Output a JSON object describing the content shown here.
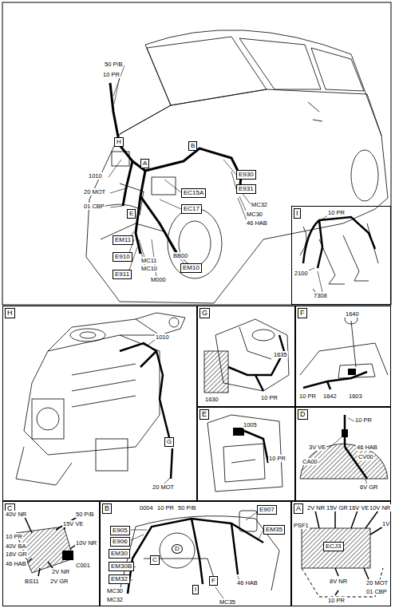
{
  "diagram": {
    "nodes": [
      {
        "text": [
          "H"
        ]
      },
      {
        "text": [
          "B"
        ]
      },
      {
        "text": [
          "A"
        ]
      },
      {
        "text": [
          "E930"
        ]
      },
      {
        "text": [
          "E931"
        ]
      },
      {
        "text": [
          "E"
        ]
      },
      {
        "text": [
          "EC15A"
        ]
      },
      {
        "text": [
          "EC17"
        ]
      },
      {
        "text": [
          "EM11"
        ]
      },
      {
        "text": [
          "E910"
        ]
      },
      {
        "text": [
          "E911"
        ]
      },
      {
        "text": [
          "EM10"
        ]
      },
      {
        "text": [
          "I"
        ]
      },
      {
        "text": [
          "H"
        ]
      },
      {
        "text": [
          "G"
        ],
        "in": 13
      },
      {
        "text": [
          "G"
        ]
      },
      {
        "text": [
          "F"
        ]
      },
      {
        "text": [
          "E"
        ]
      },
      {
        "text": [
          "D"
        ]
      },
      {
        "text": [
          "C"
        ]
      },
      {
        "text": [
          "B"
        ]
      },
      {
        "text": [
          "E905"
        ],
        "in": 20
      },
      {
        "text": [
          "E906"
        ],
        "in": 20
      },
      {
        "text": [
          "E907"
        ],
        "in": 20
      },
      {
        "text": [
          "EM35"
        ],
        "in": 20
      },
      {
        "text": [
          "EM30"
        ],
        "in": 20
      },
      {
        "text": [
          "EM30B"
        ],
        "in": 20
      },
      {
        "text": [
          "EM32"
        ],
        "in": 20
      },
      {
        "text": [
          "C"
        ],
        "in": 20
      },
      {
        "text": [
          "D"
        ],
        "in": 20
      },
      {
        "text": [
          "I"
        ],
        "in": 20
      },
      {
        "text": [
          "F"
        ],
        "in": 20
      },
      {
        "text": [
          "A"
        ]
      },
      {
        "text": [
          "ECJ3"
        ],
        "in": 32
      }
    ],
    "labels": [
      "50 P/B",
      "10 PR",
      "1010",
      "20 MOT",
      "01 CBP",
      "MC11",
      "MC10",
      "M000",
      "BB00",
      "MC32",
      "MC30",
      "46 HAB",
      "10 PR",
      "2100",
      "7308",
      "1010",
      "20 MOT",
      "1635",
      "1630",
      "10 PR",
      "1640",
      "10 PR",
      "1642",
      "1603",
      "1005",
      "10 PR",
      "10 PR",
      "3V VE",
      "46 HAB",
      "CV00",
      "CA00",
      "6V GR",
      "40V NR",
      "50 P/B",
      "10 PR",
      "15V VE",
      "40V BA",
      "16V GR",
      "10V NR",
      "46 HAB",
      "C001",
      "2V NR",
      "BS11",
      "2V GR",
      "0004",
      "10 PR",
      "50 P/B",
      "MC30",
      "MC32",
      "46 HAB",
      "MC35",
      "2V NR",
      "15V GR",
      "16V VE",
      "10V NR",
      "1V",
      "PSF1",
      "20 MOT",
      "01 CBP",
      "8V NR",
      "10 PR"
    ]
  }
}
